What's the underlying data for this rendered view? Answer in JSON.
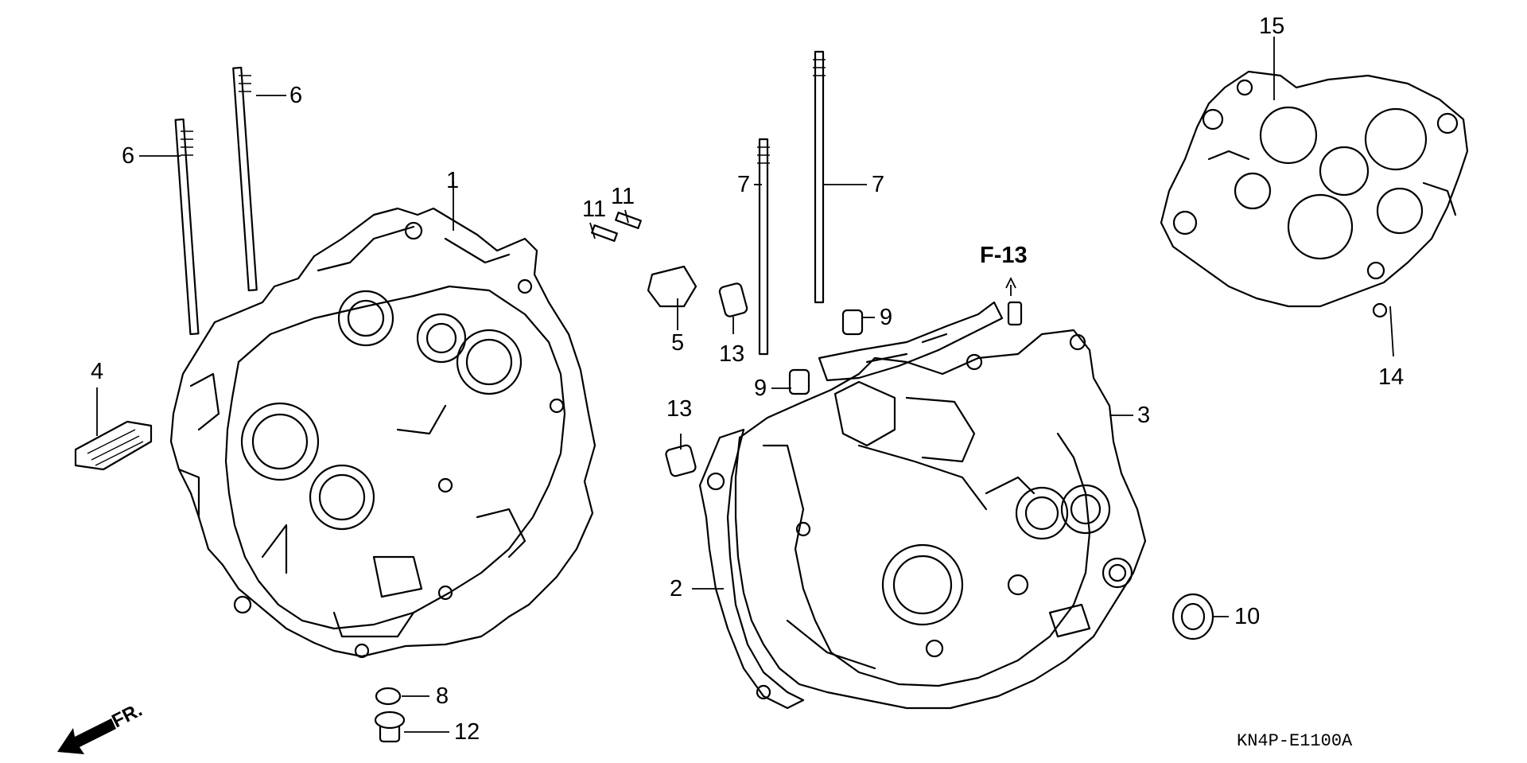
{
  "diagram": {
    "callouts": [
      "1",
      "2",
      "3",
      "4",
      "5",
      "6",
      "7",
      "8",
      "9",
      "10",
      "11",
      "12",
      "13",
      "14",
      "15"
    ],
    "reference": "F-13",
    "drawing_code": "KN4P-E1100A",
    "direction_label": "FR."
  }
}
